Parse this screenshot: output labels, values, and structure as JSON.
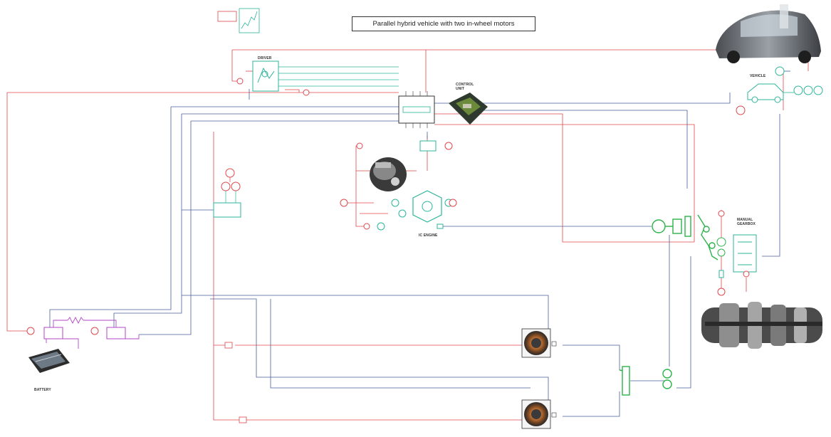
{
  "title": "Parallel hybrid vehicle with two in-wheel motors",
  "labels": {
    "driver": "DRIVER",
    "control_unit": "CONTROL UNIT",
    "vehicle": "VEHICLE",
    "ic_engine": "IC ENGINE",
    "manual_gearbox": "MANUAL GEARBOX",
    "battery": "BATTERY"
  },
  "colors": {
    "signal_line": "#e0474c",
    "electric_line": "#4a5f9e",
    "mechanical": "#2db34a",
    "control_block": "#2bb59a",
    "battery_block": "#b347c7"
  },
  "icons": [
    "car-photo",
    "engine-photo",
    "control-unit-photo",
    "gearbox-photo",
    "battery-photo",
    "motor-photo"
  ]
}
